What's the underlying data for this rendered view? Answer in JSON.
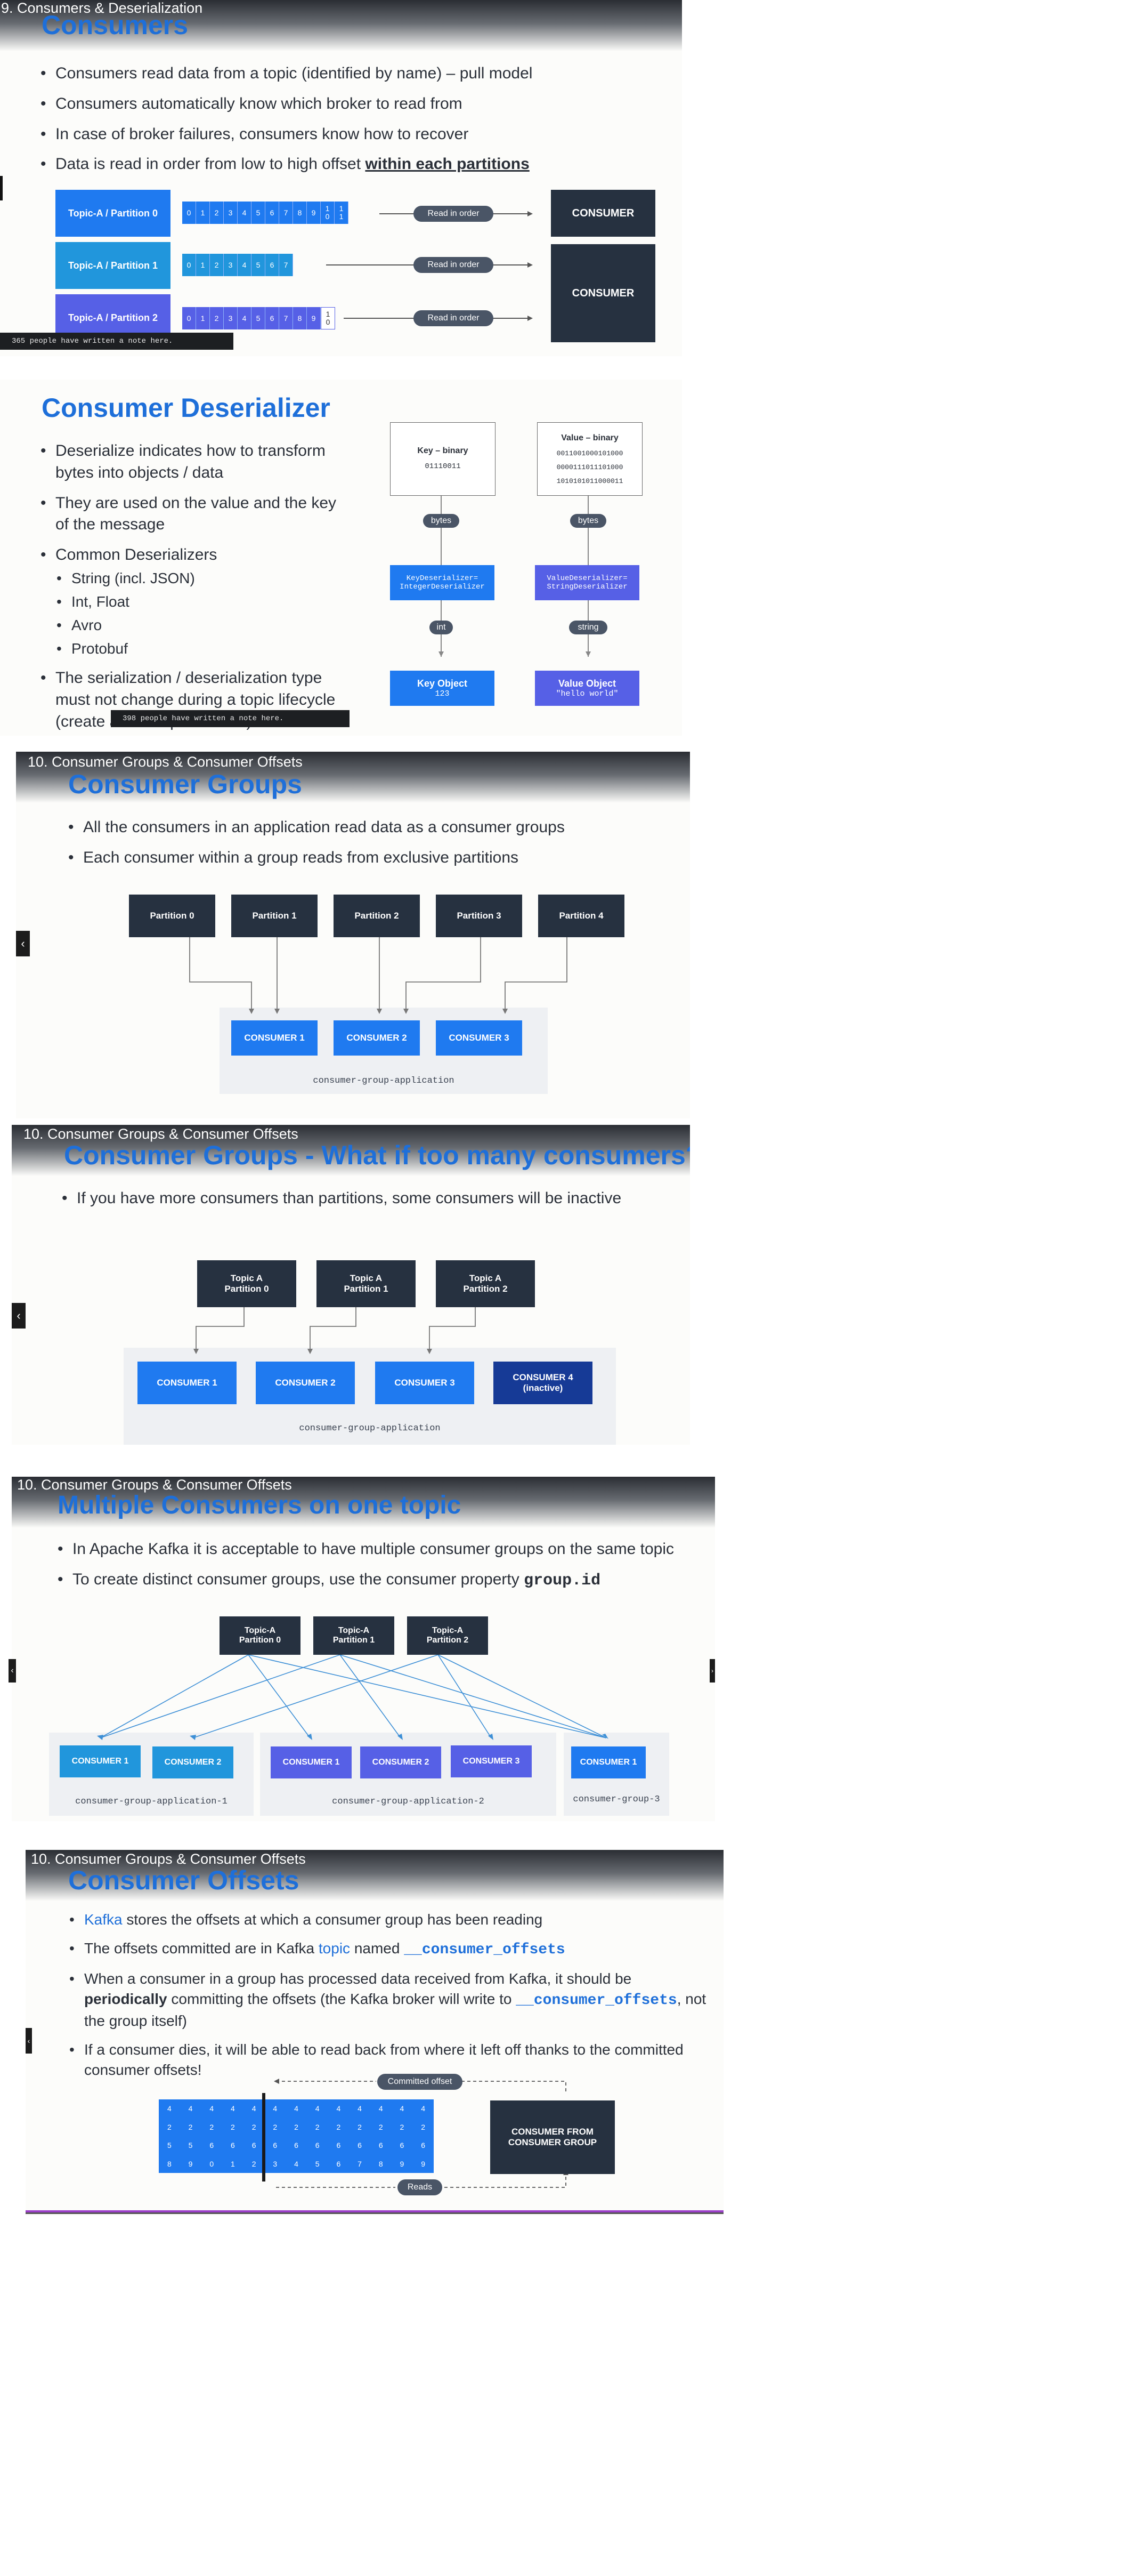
{
  "slide1": {
    "crumb": "9. Consumers & Deserialization",
    "title": "Consumers",
    "bullets": [
      "Consumers read data from a topic (identified by name) – pull model",
      "Consumers automatically know which broker to read from",
      "In case of broker failures, consumers know how to recover"
    ],
    "bullet4_prefix": "Data is read in order from low to high offset ",
    "bullet4_emph": "within each partitions",
    "partitions": [
      {
        "label": "Topic-A / Partition 0",
        "offsets": [
          "0",
          "1",
          "2",
          "3",
          "4",
          "5",
          "6",
          "7",
          "8",
          "9",
          "1\n0",
          "1\n1"
        ]
      },
      {
        "label": "Topic-A / Partition 1",
        "offsets": [
          "0",
          "1",
          "2",
          "3",
          "4",
          "5",
          "6",
          "7"
        ]
      },
      {
        "label": "Topic-A / Partition 2",
        "offsets": [
          "0",
          "1",
          "2",
          "3",
          "4",
          "5",
          "6",
          "7",
          "8",
          "9",
          "1\n0"
        ]
      }
    ],
    "read_label": "Read in order",
    "consumer_label": "CONSUMER",
    "note": "365 people have written a note here."
  },
  "slide2": {
    "title": "Consumer Deserializer",
    "bullets": [
      "Deserialize indicates how to transform bytes into objects / data",
      "They are used on the value and the key of the message",
      "Common Deserializers"
    ],
    "sub_bullets": [
      "String (incl. JSON)",
      "Int, Float",
      "Avro",
      "Protobuf"
    ],
    "last_bullet": "The serialization / deserialization type must not change during a topic lifecycle (create a new topic instead)",
    "key_title": "Key – binary",
    "key_bits": "01110011",
    "value_title": "Value – binary",
    "value_bits": [
      "0011001000101000",
      "0000111011101000",
      "1010101011000011"
    ],
    "bytes_label": "bytes",
    "key_deser": "KeyDeserializer=\nIntegerDeserializer",
    "value_deser": "ValueDeserializer=\nStringDeserializer",
    "int_label": "int",
    "string_label": "string",
    "key_obj_title": "Key Object",
    "key_obj_val": "123",
    "value_obj_title": "Value Object",
    "value_obj_val": "\"hello world\"",
    "note": "398 people have written a note here."
  },
  "slide3": {
    "crumb": "10. Consumer Groups & Consumer Offsets",
    "title": "Consumer Groups",
    "bullets": [
      "All the consumers in an application read data as a consumer groups",
      "Each consumer within a group reads from exclusive partitions"
    ],
    "partitions": [
      "Partition 0",
      "Partition 1",
      "Partition 2",
      "Partition 3",
      "Partition 4"
    ],
    "consumers": [
      "CONSUMER 1",
      "CONSUMER 2",
      "CONSUMER 3"
    ],
    "group": "consumer-group-application"
  },
  "slide4": {
    "crumb": "10. Consumer Groups & Consumer Offsets",
    "title": "Consumer Groups - What if too many consumers?",
    "bullets": [
      "If you have more consumers than partitions, some consumers will be inactive"
    ],
    "partitions": [
      "Topic A\nPartition 0",
      "Topic A\nPartition 1",
      "Topic A\nPartition 2"
    ],
    "consumers": [
      "CONSUMER 1",
      "CONSUMER 2",
      "CONSUMER 3",
      "CONSUMER 4\n(inactive)"
    ],
    "group": "consumer-group-application"
  },
  "slide5": {
    "crumb": "10. Consumer Groups & Consumer Offsets",
    "title": "Multiple Consumers on one topic",
    "bullet1": "In Apache Kafka it is acceptable to have multiple consumer groups on the same topic",
    "bullet2_prefix": "To create distinct consumer groups, use the consumer property ",
    "bullet2_code": "group.id",
    "partitions": [
      "Topic-A\nPartition 0",
      "Topic-A\nPartition 1",
      "Topic-A\nPartition 2"
    ],
    "groups": [
      {
        "name": "consumer-group-application-1",
        "consumers": [
          "CONSUMER 1",
          "CONSUMER 2"
        ]
      },
      {
        "name": "consumer-group-application-2",
        "consumers": [
          "CONSUMER 1",
          "CONSUMER 2",
          "CONSUMER 3"
        ]
      },
      {
        "name": "consumer-group-3",
        "consumers": [
          "CONSUMER 1"
        ]
      }
    ]
  },
  "slide6": {
    "crumb": "10. Consumer Groups & Consumer Offsets",
    "title": "Consumer Offsets",
    "b1_kafka": "Kafka",
    "b1_rest": " stores the offsets at which a consumer group has been reading",
    "b2_prefix": "The offsets committed are in Kafka ",
    "b2_topic": "topic",
    "b2_named": " named ",
    "b2_code": "__consumer_offsets",
    "b3_prefix": "When a consumer in a group has processed data received from Kafka, it should be ",
    "b3_emph": "periodically",
    "b3_mid": " committing the offsets (the Kafka broker will write to ",
    "b3_code": "__consumer_offsets",
    "b3_suffix": ", not the group itself)",
    "b4": "If a consumer dies, it will be able to read back from where it left off thanks to the committed consumer offsets!",
    "committed_label": "Committed offset",
    "reads_label": "Reads",
    "consumer_label": "CONSUMER FROM\nCONSUMER GROUP",
    "offset_rows": [
      [
        "4",
        "4",
        "4",
        "4",
        "4",
        "4",
        "4",
        "4",
        "4",
        "4",
        "4",
        "4",
        "4"
      ],
      [
        "2",
        "2",
        "2",
        "2",
        "2",
        "2",
        "2",
        "2",
        "2",
        "2",
        "2",
        "2",
        "2"
      ],
      [
        "5",
        "5",
        "6",
        "6",
        "6",
        "6",
        "6",
        "6",
        "6",
        "6",
        "6",
        "6",
        "6"
      ],
      [
        "8",
        "9",
        "0",
        "1",
        "2",
        "3",
        "4",
        "5",
        "6",
        "7",
        "8",
        "9",
        "9"
      ]
    ]
  },
  "colors": {
    "accent": "#1e6fd9",
    "dark_box": "#263140",
    "consumer_blue": "#1f7af0",
    "indigo": "#5660e6"
  },
  "icons": {
    "prev": "chevron-left-icon",
    "next": "chevron-right-icon"
  }
}
